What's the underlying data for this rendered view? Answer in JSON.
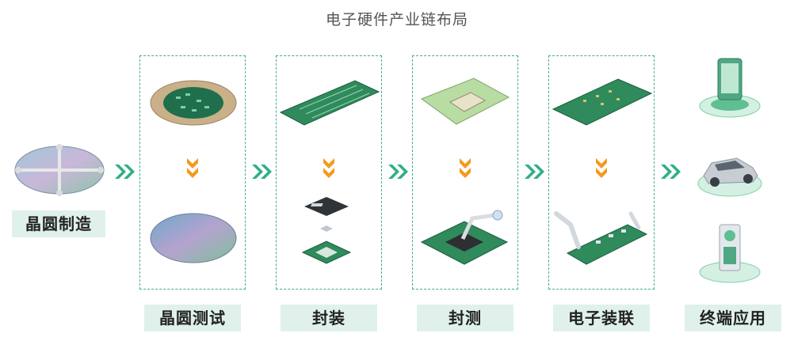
{
  "title": "电子硬件产业链布局",
  "stages": [
    {
      "id": "wafer",
      "label": "晶圆制造"
    },
    {
      "id": "wafer-test",
      "label": "晶圆测试"
    },
    {
      "id": "packaging",
      "label": "封装"
    },
    {
      "id": "package-test",
      "label": "封测"
    },
    {
      "id": "assembly",
      "label": "电子装联"
    },
    {
      "id": "terminal",
      "label": "终端应用"
    }
  ],
  "colors": {
    "dashed_border": "#3fae8e",
    "label_bg": "#dff1ea",
    "chevron": "#2fae88",
    "down_arrow": "#f39a1e",
    "pcb_green": "#2f8a5c"
  }
}
